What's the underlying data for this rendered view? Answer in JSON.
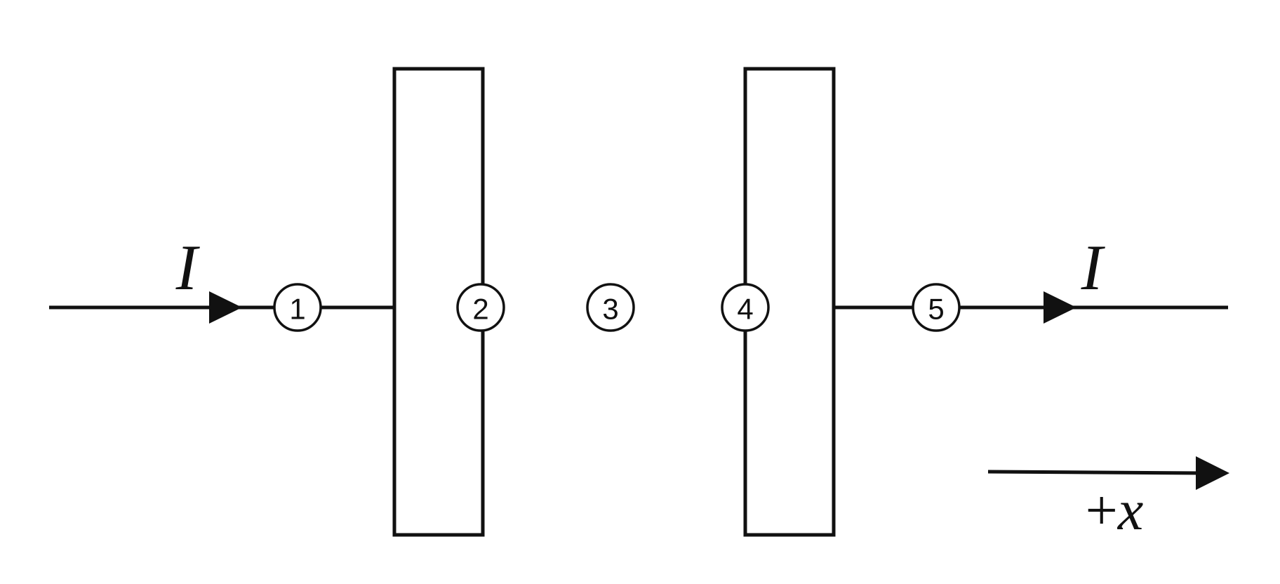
{
  "labels": {
    "current_in": "I",
    "current_out": "I",
    "axis_sign": "+",
    "axis_var": "x"
  },
  "points": [
    {
      "id": "p1",
      "label": "1"
    },
    {
      "id": "p2",
      "label": "2"
    },
    {
      "id": "p3",
      "label": "3"
    },
    {
      "id": "p4",
      "label": "4"
    },
    {
      "id": "p5",
      "label": "5"
    }
  ],
  "colors": {
    "ink": "#111111",
    "background": "#ffffff"
  }
}
